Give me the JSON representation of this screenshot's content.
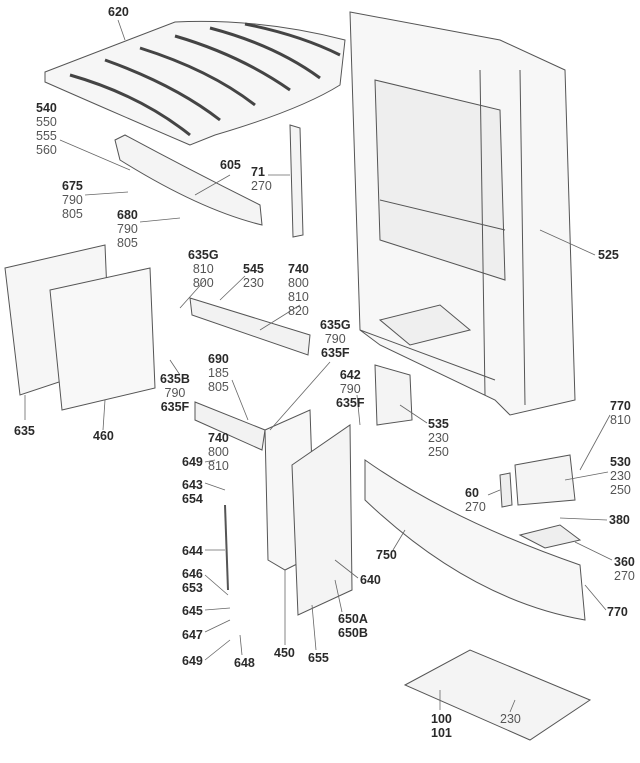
{
  "diagram": {
    "type": "exploded-parts-diagram",
    "callouts": [
      {
        "lines": [
          {
            "text": "620",
            "bold": true
          }
        ]
      },
      {
        "lines": [
          {
            "text": "540",
            "bold": true
          },
          {
            "text": "550"
          },
          {
            "text": "555"
          },
          {
            "text": "560"
          }
        ]
      },
      {
        "lines": [
          {
            "text": "675",
            "bold": true
          },
          {
            "text": "790"
          },
          {
            "text": "805"
          }
        ]
      },
      {
        "lines": [
          {
            "text": "680",
            "bold": true
          },
          {
            "text": "790"
          },
          {
            "text": "805"
          }
        ]
      },
      {
        "lines": [
          {
            "text": "605",
            "bold": true
          }
        ]
      },
      {
        "lines": [
          {
            "text": "71",
            "bold": true
          },
          {
            "text": "270"
          }
        ]
      },
      {
        "lines": [
          {
            "text": "635G",
            "bold": true
          },
          {
            "text": "810"
          },
          {
            "text": "800"
          }
        ]
      },
      {
        "lines": [
          {
            "text": "545",
            "bold": true
          },
          {
            "text": "230"
          }
        ]
      },
      {
        "lines": [
          {
            "text": "740",
            "bold": true
          },
          {
            "text": "800"
          },
          {
            "text": "810"
          },
          {
            "text": "820"
          }
        ]
      },
      {
        "lines": [
          {
            "text": "635B",
            "bold": true
          },
          {
            "text": "790"
          },
          {
            "text": "635F",
            "bold": true
          }
        ]
      },
      {
        "lines": [
          {
            "text": "690",
            "bold": true
          },
          {
            "text": "185"
          },
          {
            "text": "805"
          }
        ]
      },
      {
        "lines": [
          {
            "text": "635G",
            "bold": true
          },
          {
            "text": "790"
          },
          {
            "text": "635F",
            "bold": true
          }
        ]
      },
      {
        "lines": [
          {
            "text": "642",
            "bold": true
          },
          {
            "text": "790"
          },
          {
            "text": "635F",
            "bold": true
          }
        ]
      },
      {
        "lines": [
          {
            "text": "535",
            "bold": true
          },
          {
            "text": "230"
          },
          {
            "text": "250"
          }
        ]
      },
      {
        "lines": [
          {
            "text": "525",
            "bold": true
          }
        ]
      },
      {
        "lines": [
          {
            "text": "635",
            "bold": true
          }
        ]
      },
      {
        "lines": [
          {
            "text": "460",
            "bold": true
          }
        ]
      },
      {
        "lines": [
          {
            "text": "740",
            "bold": true
          },
          {
            "text": "800"
          },
          {
            "text": "810"
          }
        ]
      },
      {
        "lines": [
          {
            "text": "770",
            "bold": true
          },
          {
            "text": "810"
          }
        ]
      },
      {
        "lines": [
          {
            "text": "530",
            "bold": true
          },
          {
            "text": "230"
          },
          {
            "text": "250"
          }
        ]
      },
      {
        "lines": [
          {
            "text": "60",
            "bold": true
          },
          {
            "text": "270"
          }
        ]
      },
      {
        "lines": [
          {
            "text": "380",
            "bold": true
          }
        ]
      },
      {
        "lines": [
          {
            "text": "360",
            "bold": true
          },
          {
            "text": "270"
          }
        ]
      },
      {
        "lines": [
          {
            "text": "770",
            "bold": true
          }
        ]
      },
      {
        "lines": [
          {
            "text": "750",
            "bold": true
          }
        ]
      },
      {
        "lines": [
          {
            "text": "640",
            "bold": true
          }
        ]
      },
      {
        "lines": [
          {
            "text": "649",
            "bold": true
          }
        ]
      },
      {
        "lines": [
          {
            "text": "643",
            "bold": true
          },
          {
            "text": "654",
            "bold": true
          }
        ]
      },
      {
        "lines": [
          {
            "text": "644",
            "bold": true
          }
        ]
      },
      {
        "lines": [
          {
            "text": "646",
            "bold": true
          },
          {
            "text": "653",
            "bold": true
          }
        ]
      },
      {
        "lines": [
          {
            "text": "645",
            "bold": true
          }
        ]
      },
      {
        "lines": [
          {
            "text": "647",
            "bold": true
          }
        ]
      },
      {
        "lines": [
          {
            "text": "649",
            "bold": true
          }
        ]
      },
      {
        "lines": [
          {
            "text": "648",
            "bold": true
          }
        ]
      },
      {
        "lines": [
          {
            "text": "450",
            "bold": true
          }
        ]
      },
      {
        "lines": [
          {
            "text": "655",
            "bold": true
          }
        ]
      },
      {
        "lines": [
          {
            "text": "650A",
            "bold": true
          },
          {
            "text": "650B",
            "bold": true
          }
        ]
      },
      {
        "lines": [
          {
            "text": "100",
            "bold": true
          },
          {
            "text": "101",
            "bold": true
          }
        ]
      },
      {
        "lines": [
          {
            "text": "230"
          }
        ]
      }
    ]
  }
}
